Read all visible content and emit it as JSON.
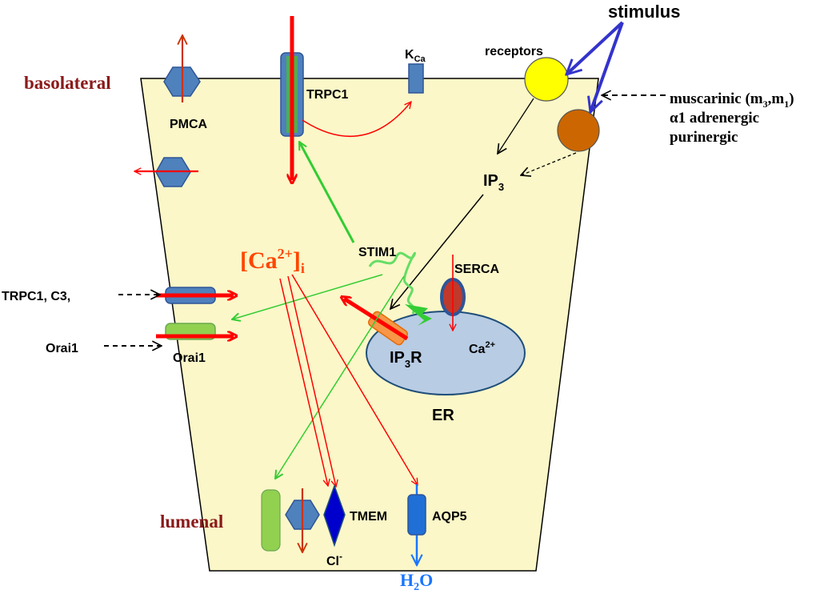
{
  "colors": {
    "cell_fill": "#fbf7c8",
    "maroon": "#8b1a1a",
    "red": "#ff0000",
    "green": "#33cc33",
    "blue_stimulus": "#3333cc",
    "water_blue": "#1a75ff",
    "channel_blue": "#4f81bd",
    "er_fill": "#b8cce4",
    "yellow_receptor": "#ffff00",
    "orange_receptor": "#cc6600",
    "orai_green": "#92d050",
    "ip3r_orange": "#f79646",
    "tmem_blue": "#0000cc",
    "pmca_arrow": "#cc3300"
  },
  "labels": {
    "basolateral": "basolateral",
    "lumenal": "lumenal",
    "stimulus": "stimulus",
    "receptors": "receptors",
    "agonist_line1": "muscarinic (m",
    "agonist_sub1": "3",
    "agonist_mid": ",m",
    "agonist_sub2": "1",
    "agonist_end": ")",
    "agonist_line2": "α1 adrenergic",
    "agonist_line3": "purinergic",
    "pmca": "PMCA",
    "trpc1_top": "TRPC1",
    "kca_k": "K",
    "kca_sub": "Ca",
    "ip3_base": "IP",
    "ip3_sub": "3",
    "ca_bracket_open": "[Ca",
    "ca_sup": "2+",
    "ca_bracket_close": "]",
    "ca_sub_i": "i",
    "stim1": "STIM1",
    "serca": "SERCA",
    "ip3r_base": "IP",
    "ip3r_sub": "3",
    "ip3r_end": "R",
    "er_ca_base": "Ca",
    "er_ca_sup": "2+",
    "er": "ER",
    "trpc1_c3": "TRPC1, C3,",
    "orai1_left": "Orai1",
    "orai1_channel": "Orai1",
    "tmem": "TMEM",
    "aqp5": "AQP5",
    "cl_base": "Cl",
    "cl_sup": "-",
    "h2o_h": "H",
    "h2o_sub": "2",
    "h2o_o": "O"
  }
}
